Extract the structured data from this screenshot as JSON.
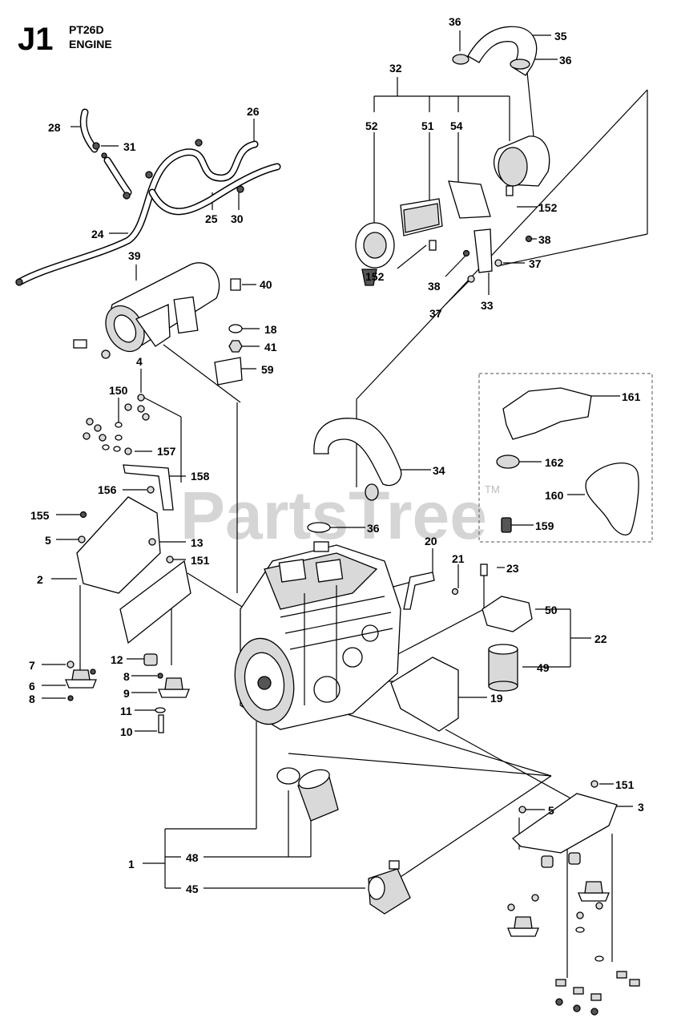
{
  "header": {
    "code": "J1",
    "model": "PT26D",
    "section": "ENGINE"
  },
  "watermark": {
    "text": "PartsTree",
    "trademark": "TM"
  },
  "callouts": [
    {
      "id": "c36a",
      "label": "36"
    },
    {
      "id": "c35",
      "label": "35"
    },
    {
      "id": "c36b",
      "label": "36"
    },
    {
      "id": "c32",
      "label": "32"
    },
    {
      "id": "c52",
      "label": "52"
    },
    {
      "id": "c51",
      "label": "51"
    },
    {
      "id": "c54",
      "label": "54"
    },
    {
      "id": "c152a",
      "label": "152"
    },
    {
      "id": "c38a",
      "label": "38"
    },
    {
      "id": "c37a",
      "label": "37"
    },
    {
      "id": "c152b",
      "label": "152"
    },
    {
      "id": "c38b",
      "label": "38"
    },
    {
      "id": "c33",
      "label": "33"
    },
    {
      "id": "c37b",
      "label": "37"
    },
    {
      "id": "c28",
      "label": "28"
    },
    {
      "id": "c31",
      "label": "31"
    },
    {
      "id": "c26",
      "label": "26"
    },
    {
      "id": "c24",
      "label": "24"
    },
    {
      "id": "c25",
      "label": "25"
    },
    {
      "id": "c30",
      "label": "30"
    },
    {
      "id": "c39",
      "label": "39"
    },
    {
      "id": "c40",
      "label": "40"
    },
    {
      "id": "c18",
      "label": "18"
    },
    {
      "id": "c41",
      "label": "41"
    },
    {
      "id": "c59",
      "label": "59"
    },
    {
      "id": "c4",
      "label": "4"
    },
    {
      "id": "c150",
      "label": "150"
    },
    {
      "id": "c157",
      "label": "157"
    },
    {
      "id": "c158",
      "label": "158"
    },
    {
      "id": "c156",
      "label": "156"
    },
    {
      "id": "c155",
      "label": "155"
    },
    {
      "id": "c5a",
      "label": "5"
    },
    {
      "id": "c13",
      "label": "13"
    },
    {
      "id": "c151a",
      "label": "151"
    },
    {
      "id": "c2",
      "label": "2"
    },
    {
      "id": "c12",
      "label": "12"
    },
    {
      "id": "c7",
      "label": "7"
    },
    {
      "id": "c8a",
      "label": "8"
    },
    {
      "id": "c6",
      "label": "6"
    },
    {
      "id": "c8b",
      "label": "8"
    },
    {
      "id": "c9",
      "label": "9"
    },
    {
      "id": "c11",
      "label": "11"
    },
    {
      "id": "c10",
      "label": "10"
    },
    {
      "id": "c34",
      "label": "34"
    },
    {
      "id": "c36c",
      "label": "36"
    },
    {
      "id": "c20",
      "label": "20"
    },
    {
      "id": "c21",
      "label": "21"
    },
    {
      "id": "c23",
      "label": "23"
    },
    {
      "id": "c50",
      "label": "50"
    },
    {
      "id": "c22",
      "label": "22"
    },
    {
      "id": "c49",
      "label": "49"
    },
    {
      "id": "c19",
      "label": "19"
    },
    {
      "id": "c161",
      "label": "161"
    },
    {
      "id": "c162",
      "label": "162"
    },
    {
      "id": "c160",
      "label": "160"
    },
    {
      "id": "c159",
      "label": "159"
    },
    {
      "id": "c151b",
      "label": "151"
    },
    {
      "id": "c5b",
      "label": "5"
    },
    {
      "id": "c3",
      "label": "3"
    },
    {
      "id": "c1",
      "label": "1"
    },
    {
      "id": "c48",
      "label": "48"
    },
    {
      "id": "c45",
      "label": "45"
    }
  ]
}
